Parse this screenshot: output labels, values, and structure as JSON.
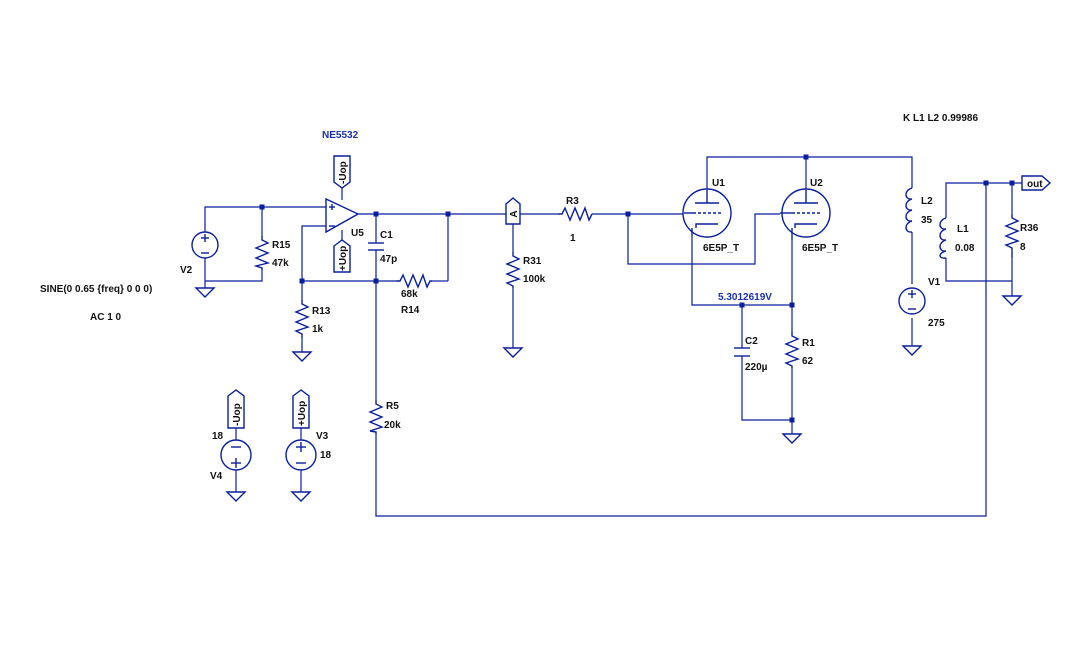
{
  "spice_directive": "K L1 L2 0.99986",
  "opamp": {
    "ref": "U5",
    "model": "NE5532"
  },
  "sources": {
    "V2": {
      "ref": "V2",
      "spec": "SINE(0 0.65 {freq} 0 0 0)",
      "ac": "AC 1 0"
    },
    "V1": {
      "ref": "V1",
      "value": "275"
    },
    "V3": {
      "ref": "V3",
      "value": "18"
    },
    "V4": {
      "ref": "V4",
      "value": "18"
    }
  },
  "resistors": {
    "R15": {
      "ref": "R15",
      "value": "47k"
    },
    "R13": {
      "ref": "R13",
      "value": "1k"
    },
    "R14": {
      "ref": "R14",
      "value": "68k"
    },
    "R5": {
      "ref": "R5",
      "value": "20k"
    },
    "R31": {
      "ref": "R31",
      "value": "100k"
    },
    "R3": {
      "ref": "R3",
      "value": "1"
    },
    "R1": {
      "ref": "R1",
      "value": "62"
    },
    "R36": {
      "ref": "R36",
      "value": "8"
    }
  },
  "capacitors": {
    "C1": {
      "ref": "C1",
      "value": "47p"
    },
    "C2": {
      "ref": "C2",
      "value": "220µ"
    }
  },
  "inductors": {
    "L2": {
      "ref": "L2",
      "value": "35"
    },
    "L1": {
      "ref": "L1",
      "value": "0.08"
    }
  },
  "tubes": {
    "U1": {
      "ref": "U1",
      "model": "6E5P_T"
    },
    "U2": {
      "ref": "U2",
      "model": "6E5P_T"
    }
  },
  "net_labels": {
    "neg_supply": "-Uop",
    "pos_supply": "+Uop",
    "output": "out",
    "probe": "A"
  },
  "annotations": {
    "cathode_voltage": "5.3012619V"
  }
}
